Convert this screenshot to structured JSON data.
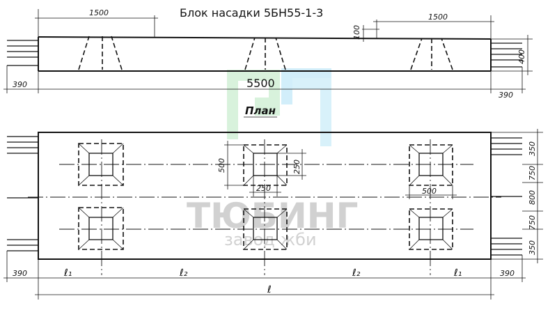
{
  "title": "Блок насадки 5БН55-1-3",
  "length_label": "5500",
  "plan_label": "План",
  "elevation": {
    "dim_left_1500": "1500",
    "dim_right_1500": "1500",
    "dim_100": "100",
    "dim_400": "400",
    "dim_left_390": "390",
    "dim_right_390": "390"
  },
  "plan": {
    "dim_500_vertical": "500",
    "dim_250_vertical": "250",
    "dim_250_horizontal": "250",
    "dim_500_horizontal": "500",
    "right_dims": [
      "350",
      "750",
      "800",
      "750",
      "350"
    ],
    "bottom_left_390": "390",
    "bottom_right_390": "390",
    "l1_left": "ℓ₁",
    "l2_left": "ℓ₂",
    "l2_right": "ℓ₂",
    "l1_right": "ℓ₁",
    "l_total": "ℓ"
  },
  "watermark": {
    "brand": "ТЮБИНГ",
    "sub": "завод жби"
  }
}
